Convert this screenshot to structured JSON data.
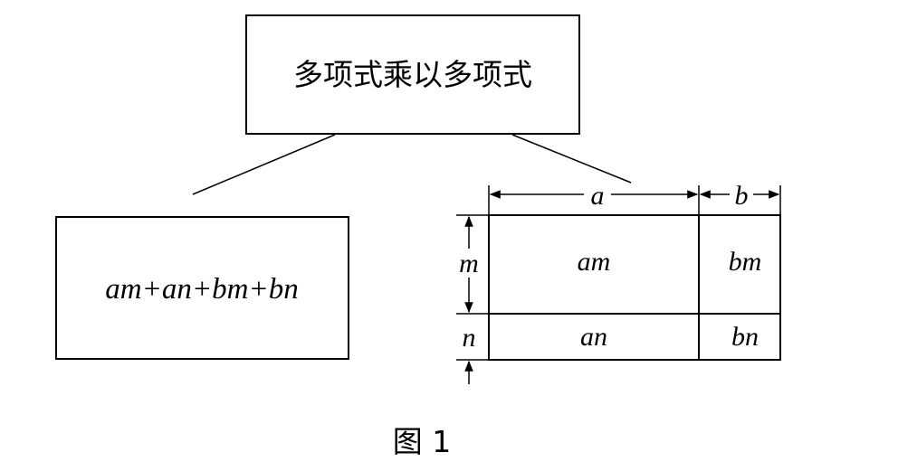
{
  "top_box": {
    "label": "多项式乘以多项式"
  },
  "left_box": {
    "expression": "am+an+bm+bn"
  },
  "area_model": {
    "dim_a": "a",
    "dim_b": "b",
    "dim_m": "m",
    "dim_n": "n",
    "cells": {
      "am": "am",
      "bm": "bm",
      "an": "an",
      "bn": "bn"
    }
  },
  "caption": "图 1"
}
